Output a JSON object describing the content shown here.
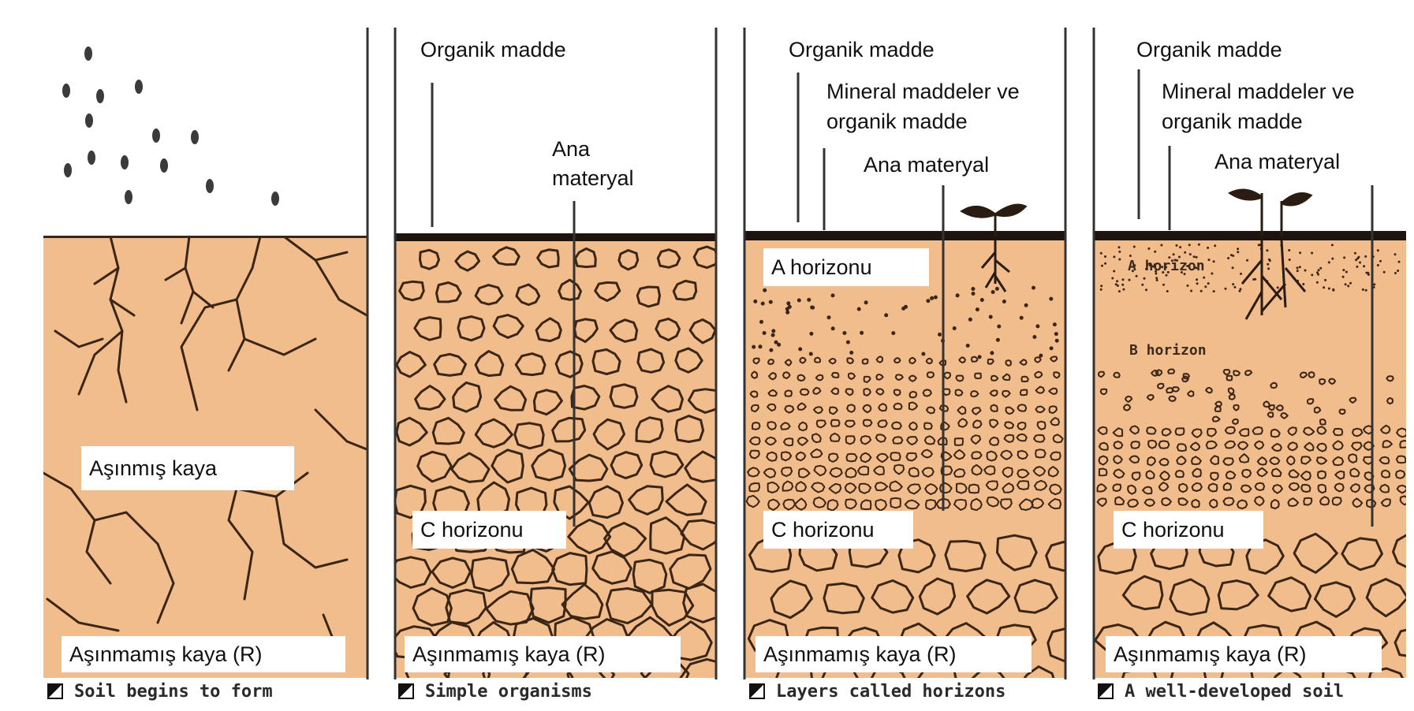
{
  "panels": [
    {
      "labels": {
        "weathered_rock": "Aşınmış kaya",
        "bedrock": "Aşınmamış kaya (R)"
      },
      "caption": "Soil begins to form"
    },
    {
      "labels": {
        "organic_matter": "Organik madde",
        "parent_material_line1": "Ana",
        "parent_material_line2": "materyal",
        "c_horizon": "C horizonu",
        "bedrock": "Aşınmamış kaya (R)"
      },
      "caption": "Simple organisms"
    },
    {
      "labels": {
        "organic_matter": "Organik madde",
        "mineral_line1": "Mineral maddeler ve",
        "mineral_line2": "organik madde",
        "parent_material": "Ana materyal",
        "a_horizon": "A horizonu",
        "c_horizon": "C horizonu",
        "bedrock": "Aşınmamış kaya (R)"
      },
      "caption": "Layers called horizons"
    },
    {
      "labels": {
        "organic_matter": "Organik madde",
        "mineral_line1": "Mineral maddeler ve",
        "mineral_line2": "organik madde",
        "parent_material": "Ana materyal",
        "a_horizon_hand": "A horizon",
        "b_horizon_hand": "B horizon",
        "c_horizon": "C horizonu",
        "bedrock": "Aşınmamış kaya (R)"
      },
      "caption": "A well-developed soil"
    }
  ],
  "colors": {
    "soil": "#f2bd8c",
    "soil_light": "#f6cfa5",
    "outline": "#3b2616",
    "surface": "#1d1410"
  }
}
